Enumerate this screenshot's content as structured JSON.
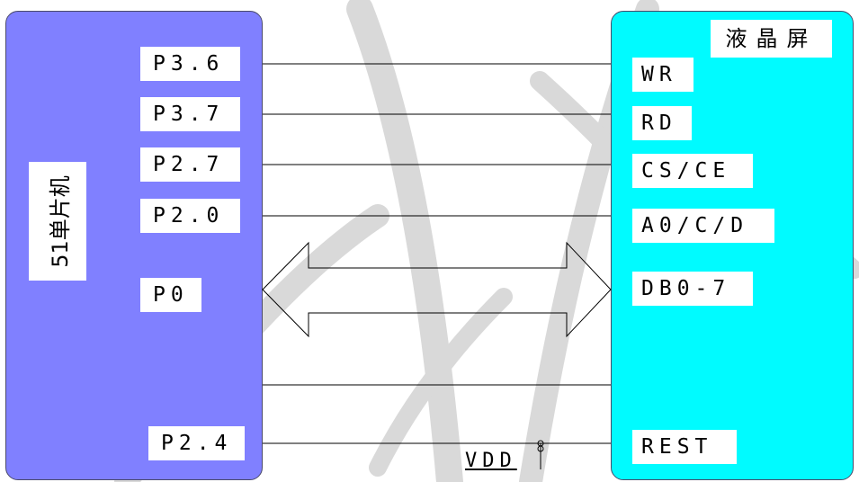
{
  "mcu": {
    "title": "51单片机",
    "pins": [
      "P3.6",
      "P3.7",
      "P2.7",
      "P2.0",
      "P0",
      "P2.4"
    ]
  },
  "lcd": {
    "title": "液晶屏",
    "pins": [
      "WR",
      "RD",
      "CS/CE",
      "A0/C/D",
      "DB0-7",
      "REST"
    ]
  },
  "power": {
    "label": "VDD"
  },
  "colors": {
    "mcu_fill": "#8080ff",
    "lcd_fill": "#00fbff",
    "watermark": "#d9d9d9"
  }
}
